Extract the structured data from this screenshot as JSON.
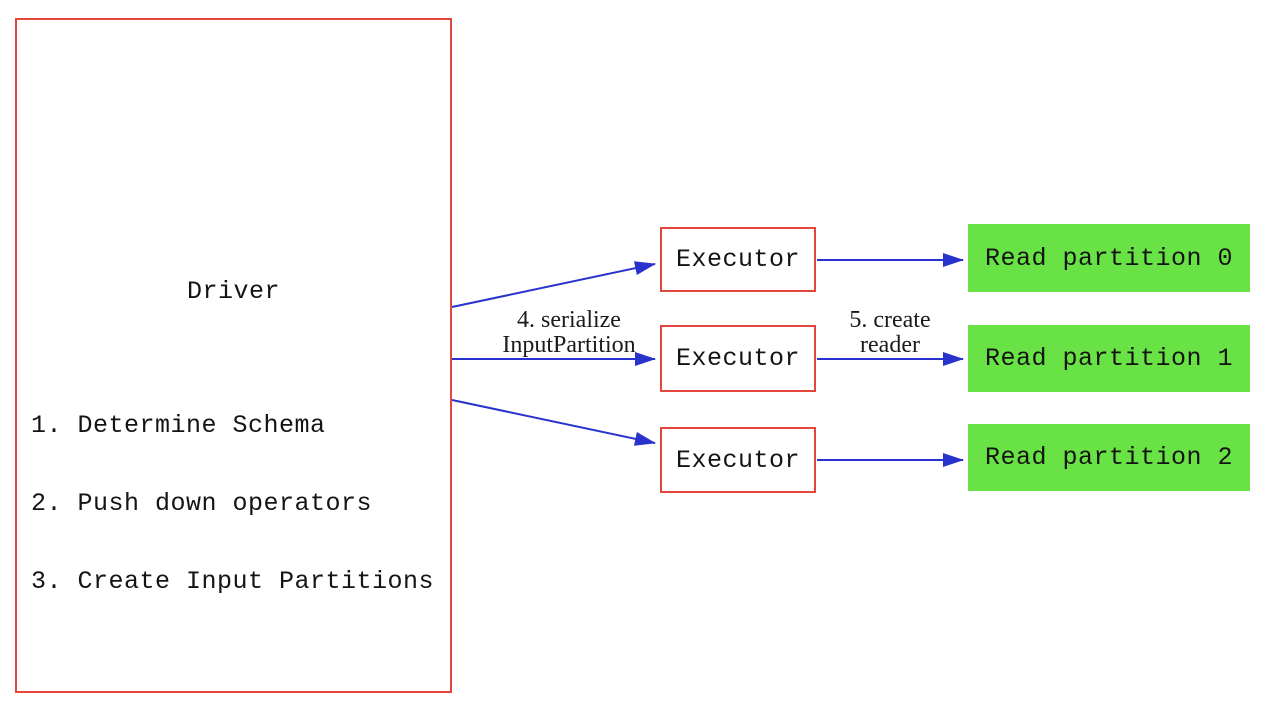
{
  "driver": {
    "title": "Driver",
    "steps": {
      "s1": "1. Determine Schema",
      "s2": "2. Push down operators",
      "s3": "3. Create Input Partitions"
    }
  },
  "executors": {
    "e1": "Executor",
    "e2": "Executor",
    "e3": "Executor"
  },
  "partitions": {
    "p1": "Read partition 0",
    "p2": "Read partition 1",
    "p3": "Read partition 2"
  },
  "edge_labels": {
    "serialize_line1": "4. serialize",
    "serialize_line2": "InputPartition",
    "reader_line1": "5. create",
    "reader_line2": "reader"
  },
  "colors": {
    "background": "#ffffff",
    "box_border": "#e2463c",
    "arrow": "#2733cc",
    "partition_fill": "#68e244",
    "text": "#141414"
  }
}
